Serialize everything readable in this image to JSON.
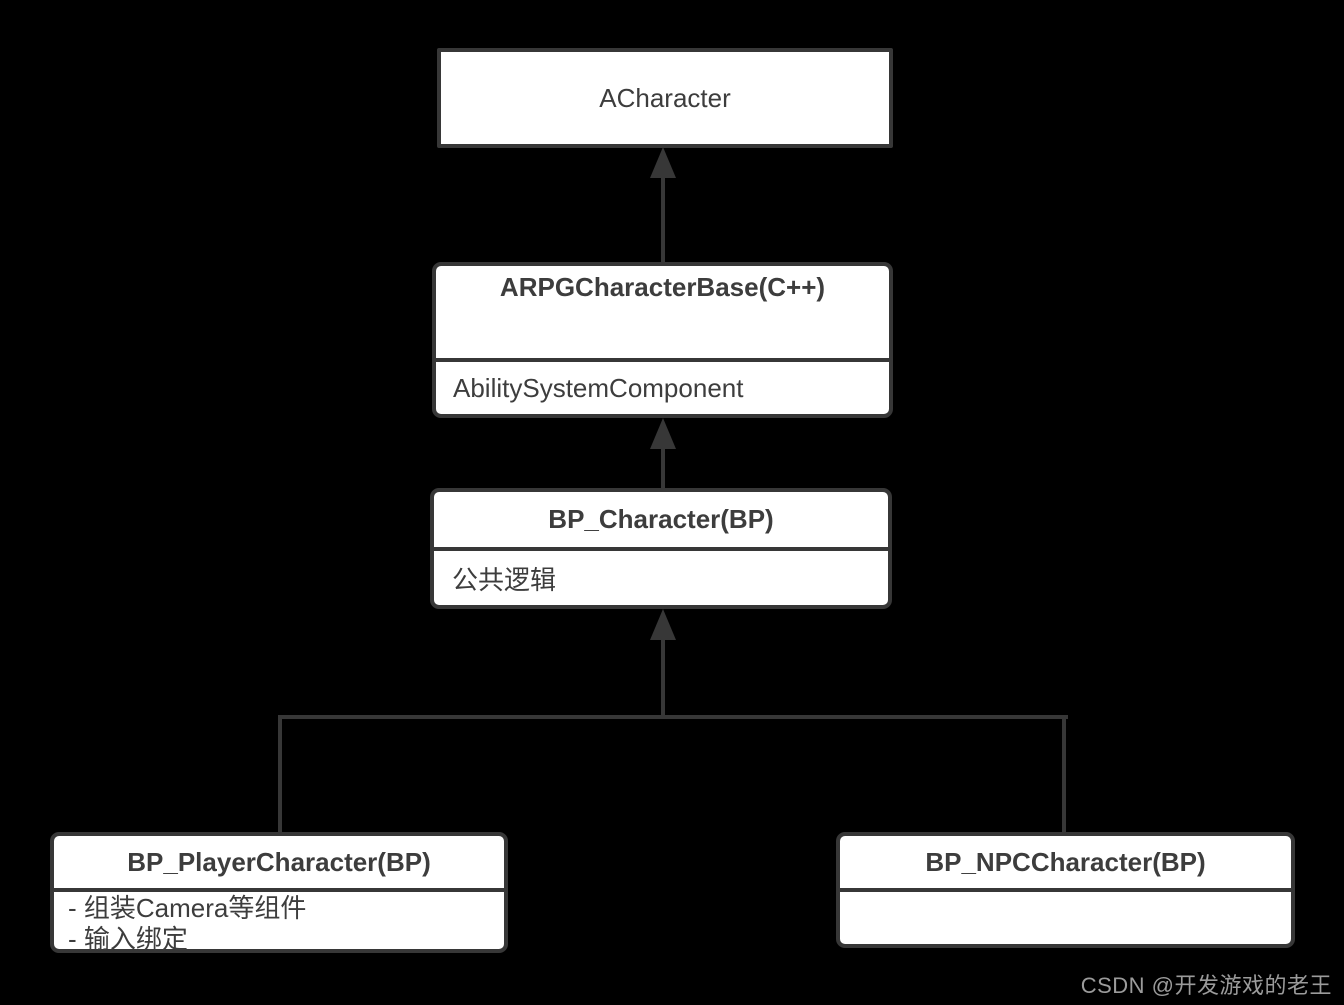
{
  "diagram": {
    "title": "Character class inheritance diagram",
    "colors": {
      "background": "#000000",
      "stroke": "#373737",
      "box_fill": "#ffffff",
      "text": "#3d3d3d",
      "watermark": "#9b9b9b"
    },
    "nodes": {
      "acharacter": {
        "title": "ACharacter"
      },
      "arpg_base": {
        "title": "ARPGCharacterBase(C++)",
        "body": "AbilitySystemComponent"
      },
      "bp_character": {
        "title": "BP_Character(BP)",
        "body": "公共逻辑"
      },
      "bp_player": {
        "title": "BP_PlayerCharacter(BP)",
        "body_lines": [
          "- 组装Camera等组件",
          "- 输入绑定"
        ]
      },
      "bp_npc": {
        "title": "BP_NPCCharacter(BP)",
        "body": ""
      }
    },
    "edges": [
      {
        "from": "arpg_base",
        "to": "acharacter",
        "type": "inheritance"
      },
      {
        "from": "bp_character",
        "to": "arpg_base",
        "type": "inheritance"
      },
      {
        "from": "bp_player",
        "to": "bp_character",
        "type": "inheritance"
      },
      {
        "from": "bp_npc",
        "to": "bp_character",
        "type": "inheritance"
      }
    ],
    "watermark": "CSDN @开发游戏的老王"
  }
}
